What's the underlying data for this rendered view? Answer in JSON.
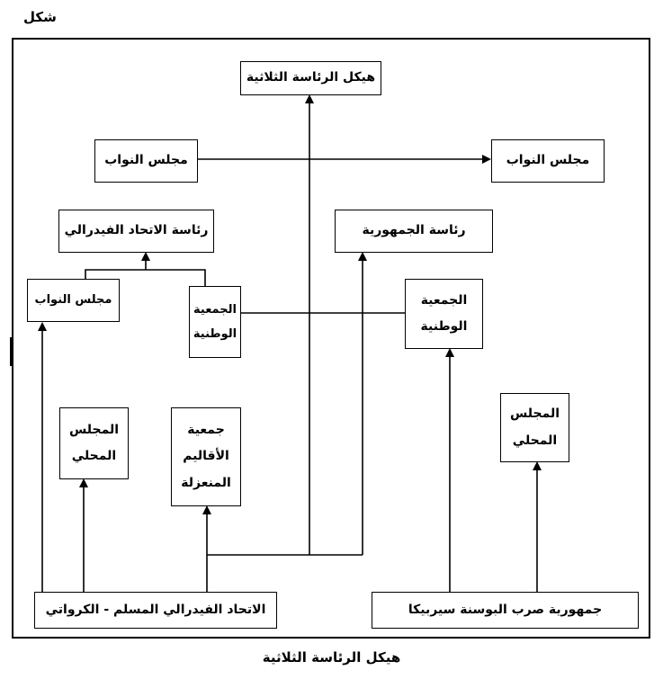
{
  "figure_label": "شكل",
  "caption": "هيكل الرئاسة الثلاثية",
  "colors": {
    "line": "#000000",
    "box_background": "#ffffff",
    "page_background": "#ffffff"
  },
  "nodes": {
    "tripartite_presidency": {
      "label": "هيكل الرئاسة الثلاثية"
    },
    "deputies_left": {
      "label": "مجلس النواب"
    },
    "deputies_right": {
      "label": "مجلس النواب"
    },
    "federal_union_presidency": {
      "label": "رئاسة الاتحاد الفيدرالي"
    },
    "republic_presidency": {
      "label": "رئاسة الجمهورية"
    },
    "deputies_small": {
      "label": "مجلس النواب"
    },
    "national_assembly_center": {
      "label": "الجمعية\nالوطنية"
    },
    "national_assembly_right": {
      "label": "الجمعية\nالوطنية"
    },
    "local_council_left": {
      "label": "المجلس\nالمحلي"
    },
    "isolated_regions_assembly": {
      "label": "جمعية\nالأقاليم\nالمنعزلة"
    },
    "local_council_right": {
      "label": "المجلس\nالمحلي"
    },
    "muslim_croat_federation": {
      "label": "الاتحاد الفيدرالي المسلم - الكرواتي"
    },
    "serb_republic": {
      "label": "جمهورية صرب البوسنة سيربيكا"
    }
  }
}
